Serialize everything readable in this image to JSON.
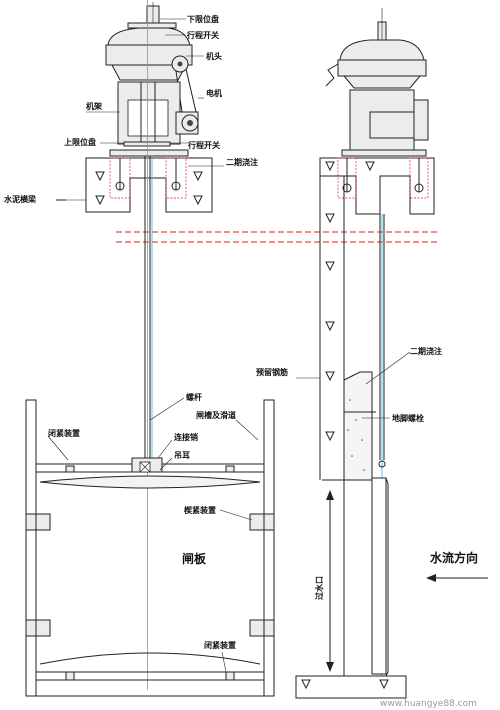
{
  "labels": {
    "lower_limit_plate": "下限位盘",
    "travel_switch_top": "行程开关",
    "machine_head": "机头",
    "frame": "机架",
    "motor": "电机",
    "upper_limit_plate": "上限位盘",
    "travel_switch_bottom": "行程开关",
    "secondary_pour_left": "二期浇注",
    "concrete_beam": "水泥横梁",
    "screw_rod": "螺杆",
    "gate_slot_rail": "闸槽及滑道",
    "seal_device_top": "闭紧装置",
    "connecting_pin": "连接销",
    "lifting_lug": "吊耳",
    "wedge_device": "楔紧装置",
    "gate_plate": "闸板",
    "seal_device_bottom": "闭紧装置",
    "embedded_rebar": "预留钢筋",
    "secondary_pour_right": "二期浇注",
    "anchor_bolt": "地脚螺栓",
    "water_outlet": "过水口",
    "flow_direction": "水流方向"
  },
  "watermark": "www.huangye88.com"
}
